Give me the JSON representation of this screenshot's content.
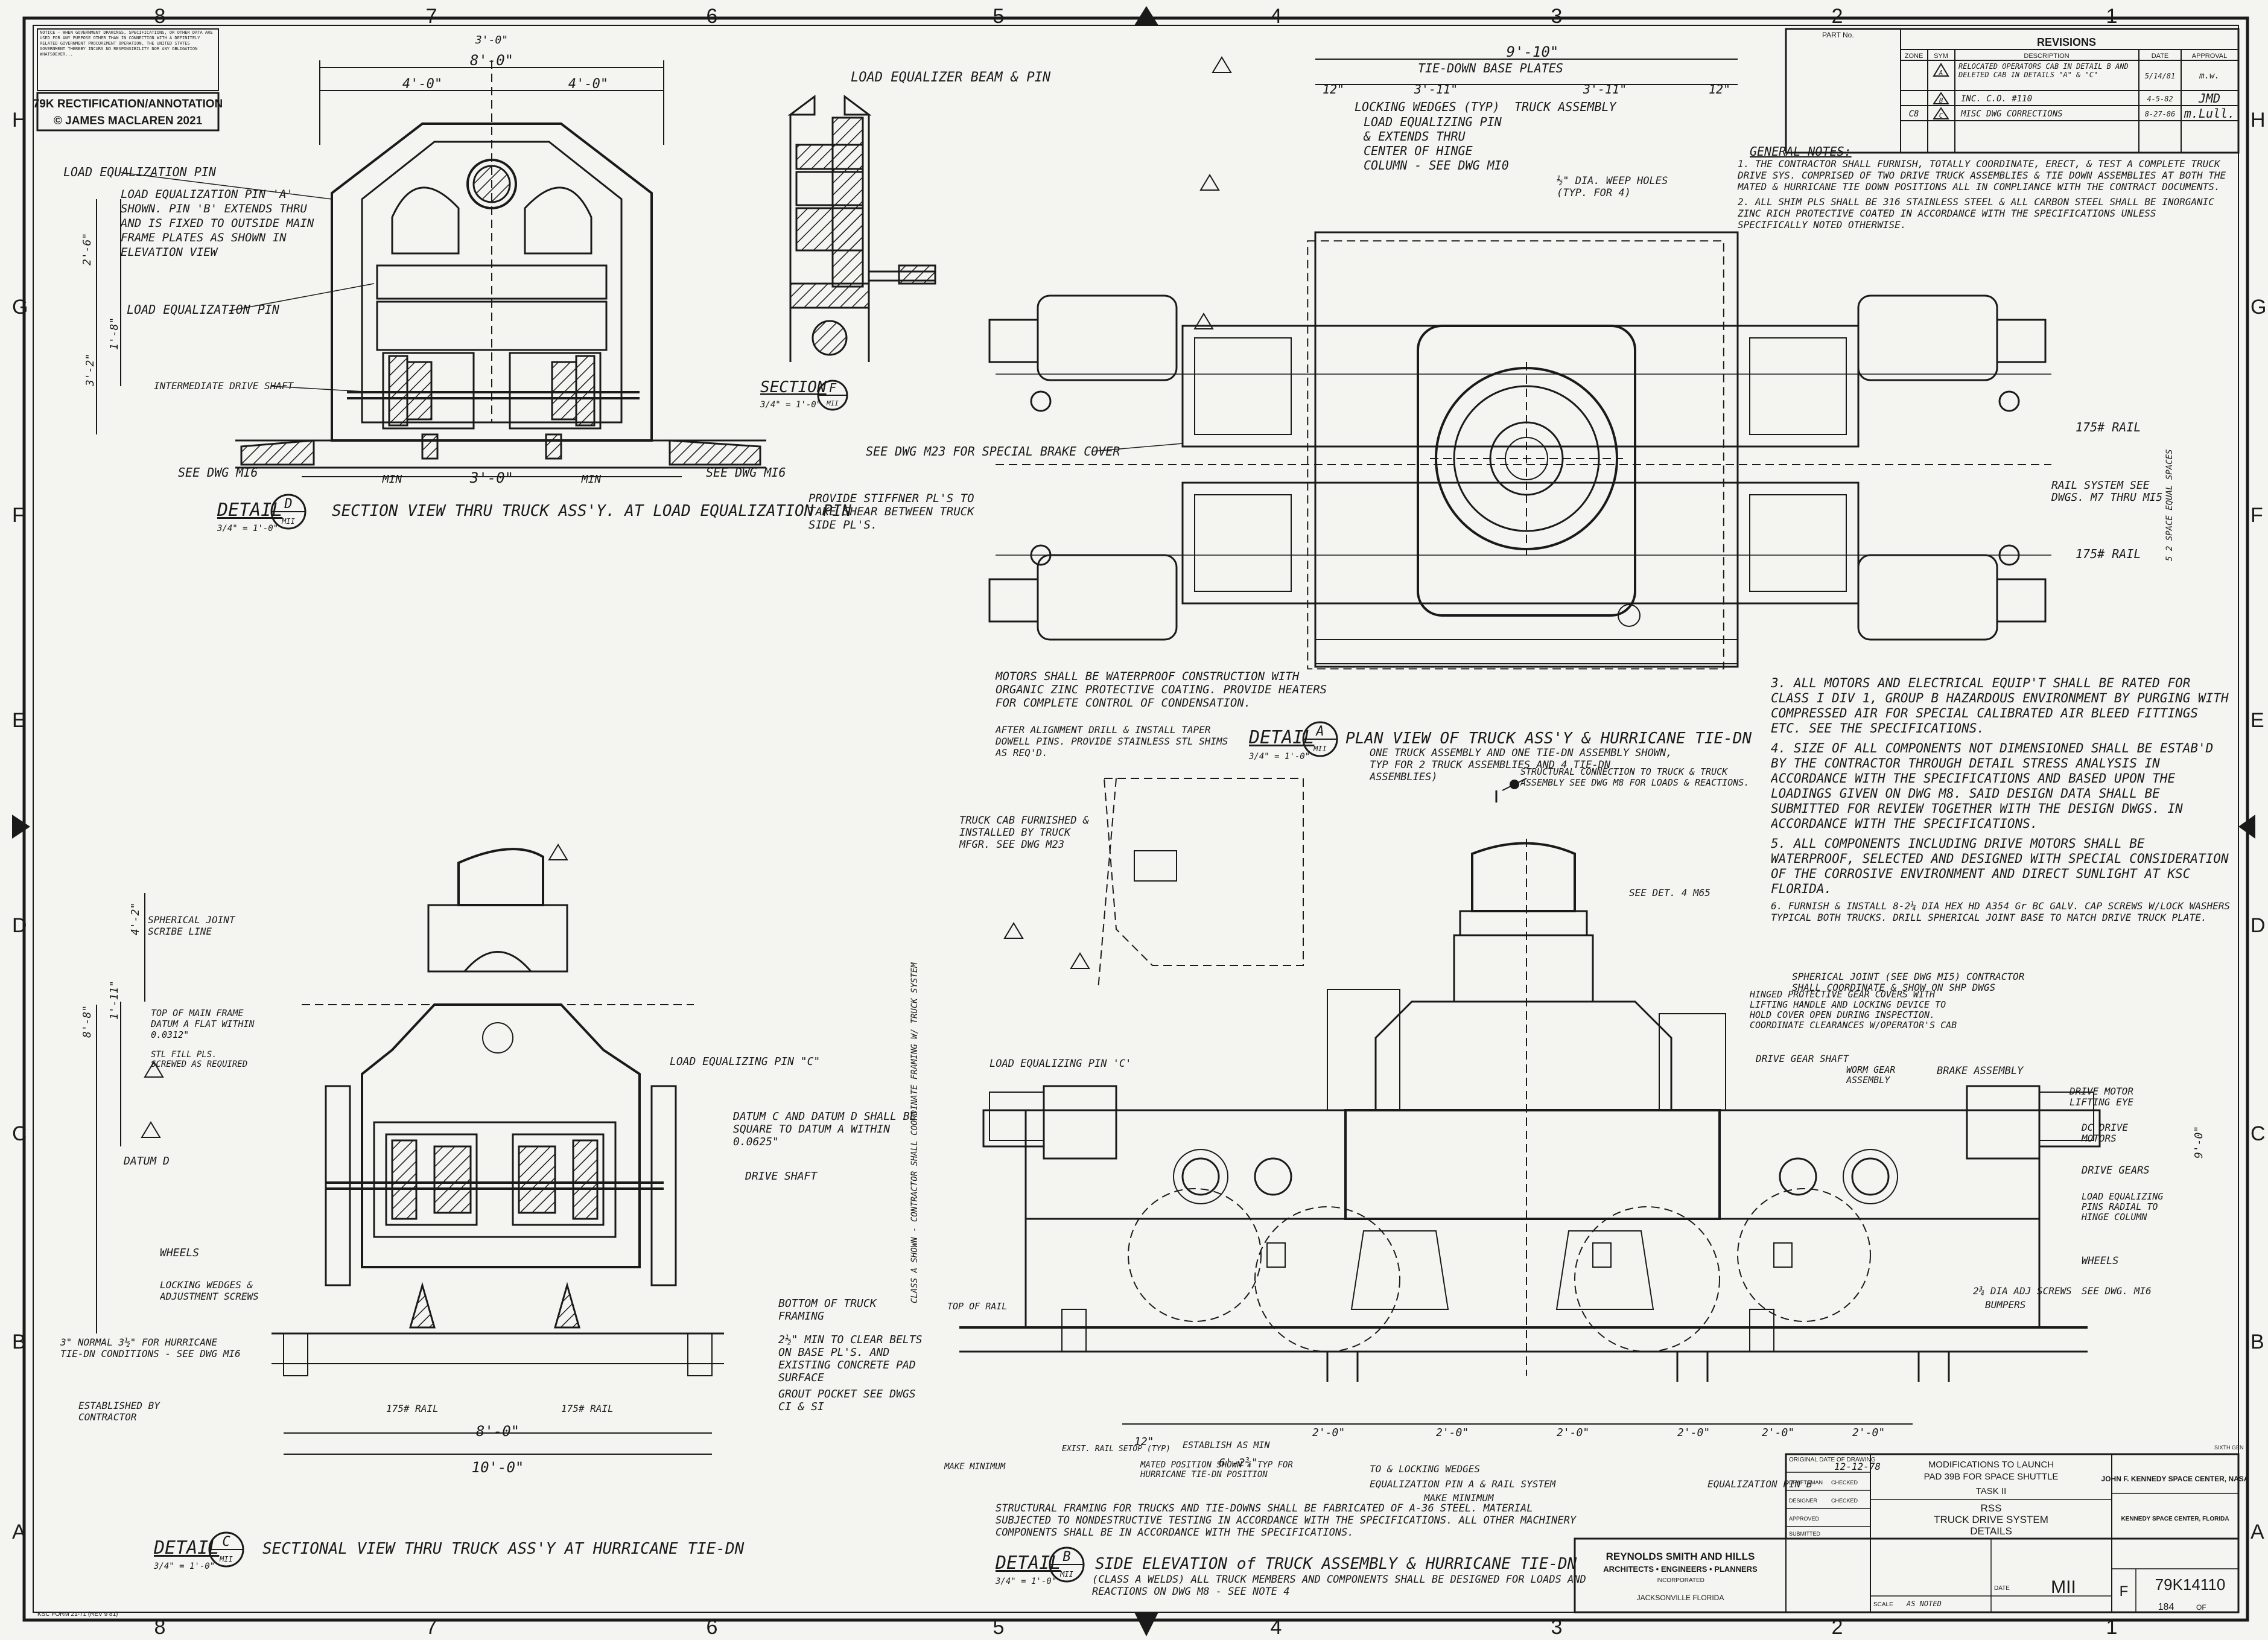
{
  "grid": {
    "columns": [
      "8",
      "7",
      "6",
      "5",
      "4",
      "3",
      "2",
      "1"
    ],
    "rows": [
      "H",
      "G",
      "F",
      "E",
      "D",
      "C",
      "B",
      "A"
    ]
  },
  "notice_block": {
    "text": "NOTICE — WHEN GOVERNMENT DRAWINGS, SPECIFICATIONS, OR OTHER DATA ARE USED FOR ANY PURPOSE OTHER THAN IN CONNECTION WITH A DEFINITELY RELATED GOVERNMENT PROCUREMENT OPERATION, THE UNITED STATES GOVERNMENT THEREBY INCURS NO RESPONSIBILITY NOR ANY OBLIGATION WHATSOEVER..."
  },
  "annotation_label": {
    "line1": "79K RECTIFICATION/ANNOTATION",
    "line2": "© JAMES MACLAREN 2021"
  },
  "revisions": {
    "title": "REVISIONS",
    "part_no_label": "PART No.",
    "headers": [
      "ZONE",
      "SYM",
      "DESCRIPTION",
      "DATE",
      "APPROVAL"
    ],
    "rows": [
      {
        "zone": "",
        "sym": "A",
        "desc": "RELOCATED OPERATORS CAB IN DETAIL B AND DELETED CAB IN DETAILS \"A\" & \"C\"",
        "date": "5/14/81",
        "approval": "m.w."
      },
      {
        "zone": "",
        "sym": "B",
        "desc": "INC. C.O. #110",
        "date": "4-5-82",
        "approval": "JMD"
      },
      {
        "zone": "C8",
        "sym": "C",
        "desc": "MISC DWG CORRECTIONS",
        "date": "8-27-86",
        "approval": "m.Lull."
      }
    ]
  },
  "general_notes": {
    "title": "GENERAL NOTES:",
    "items": [
      "1. THE CONTRACTOR SHALL FURNISH, TOTALLY COORDINATE, ERECT, & TEST A COMPLETE TRUCK DRIVE SYS. COMPRISED OF TWO DRIVE TRUCK ASSEMBLIES & TIE DOWN ASSEMBLIES AT BOTH THE MATED & HURRICANE TIE DOWN POSITIONS ALL IN COMPLIANCE WITH THE CONTRACT DOCUMENTS.",
      "2. ALL SHIM PLS SHALL BE 316 STAINLESS STEEL & ALL CARBON STEEL SHALL BE INORGANIC ZINC RICH PROTECTIVE COATED IN ACCORDANCE WITH THE SPECIFICATIONS UNLESS SPECIFICALLY NOTED OTHERWISE.",
      "3. ALL MOTORS AND ELECTRICAL EQUIP'T SHALL BE RATED FOR CLASS I DIV 1, GROUP B HAZARDOUS ENVIRONMENT BY PURGING WITH COMPRESSED AIR FOR SPECIAL CALIBRATED AIR BLEED FITTINGS ETC. SEE THE SPECIFICATIONS.",
      "4. SIZE OF ALL COMPONENTS NOT DIMENSIONED SHALL BE ESTAB'D BY THE CONTRACTOR THROUGH DETAIL STRESS ANALYSIS IN ACCORDANCE WITH THE SPECIFICATIONS AND BASED UPON THE LOADINGS GIVEN ON DWG M8. SAID DESIGN DATA SHALL BE SUBMITTED FOR REVIEW TOGETHER WITH THE DESIGN DWGS. IN ACCORDANCE WITH THE SPECIFICATIONS.",
      "5. ALL COMPONENTS INCLUDING DRIVE MOTORS SHALL BE WATERPROOF, SELECTED AND DESIGNED WITH SPECIAL CONSIDERATION OF THE CORROSIVE ENVIRONMENT AND DIRECT SUNLIGHT AT KSC FLORIDA.",
      "6. FURNISH & INSTALL 8-2¼ DIA HEX HD A354 Gr BC GALV. CAP SCREWS W/LOCK WASHERS TYPICAL BOTH TRUCKS. DRILL SPHERICAL JOINT BASE TO MATCH DRIVE TRUCK PLATE."
    ]
  },
  "detail_d": {
    "title": "DETAIL",
    "letter": "D",
    "sheet_ref": "MII",
    "scale": "3/4\" = 1'-0\"",
    "caption": "SECTION VIEW THRU TRUCK ASS'Y. AT LOAD EQUALIZATION PIN",
    "labels": [
      "LOAD EQUALIZATION PIN",
      "LOAD EQUALIZATION PIN 'A' SHOWN. PIN 'B' EXTENDS THRU AND IS FIXED TO OUTSIDE MAIN FRAME PLATES AS SHOWN IN ELEVATION VIEW",
      "LOAD EQUALIZATION PIN",
      "INTERMEDIATE DRIVE SHAFT",
      "SEE DWG MI6",
      "SEE DWG MI6",
      "MIN",
      "MIN"
    ],
    "dims": [
      "8'-0\"",
      "4'-0\"",
      "4'-0\"",
      "3'-0\"",
      "3'-0\"",
      "3'-2\"",
      "1'-8\"",
      "2'-6\""
    ]
  },
  "section_f": {
    "title": "SECTION",
    "letter": "F",
    "sheet_ref": "MII",
    "scale": "3/4\" = 1'-0\""
  },
  "detail_a": {
    "title": "DETAIL",
    "letter": "A",
    "sheet_ref": "MII",
    "scale": "3/4\" = 1'-0\"",
    "caption": "PLAN VIEW OF TRUCK ASS'Y & HURRICANE TIE-DN",
    "subcaption": "ONE TRUCK ASSEMBLY AND ONE TIE-DN ASSEMBLY SHOWN, TYP FOR 2 TRUCK ASSEMBLIES AND 4 TIE-DN ASSEMBLIES)",
    "labels": [
      "LOAD EQUALIZER BEAM & PIN",
      "TIE-DOWN BASE PLATES",
      "LOCKING WEDGES (TYP)",
      "TRUCK ASSEMBLY",
      "LOAD EQUALIZING PIN & EXTENDS THRU CENTER OF HINGE COLUMN - SEE DWG MI0",
      "½\" DIA. WEEP HOLES (TYP. FOR 4)",
      "SEE DWG M23 FOR SPECIAL BRAKE COVER",
      "175# RAIL",
      "RAIL SYSTEM SEE DWGS. M7 THRU MI5",
      "175# RAIL",
      "MOTORS SHALL BE WATERPROOF CONSTRUCTION WITH ORGANIC ZINC PROTECTIVE COATING. PROVIDE HEATERS FOR COMPLETE CONTROL OF CONDENSATION.",
      "AFTER ALIGNMENT DRILL & INSTALL TAPER DOWELL PINS. PROVIDE STAINLESS STL SHIMS AS REQ'D.",
      "STRUCTURAL CONNECTION TO TRUCK & TRUCK ASSEMBLY SEE DWG M8 FOR LOADS & REACTIONS.",
      "PROVIDE STIFFNER PL'S TO TAKE SHEAR BETWEEN TRUCK SIDE PL'S.",
      "5 2 SPACE EQUAL SPACES"
    ],
    "dims": [
      "9'-10\"",
      "12\"",
      "3'-11\"",
      "3'-11\"",
      "12\""
    ]
  },
  "detail_c": {
    "title": "DETAIL",
    "letter": "C",
    "sheet_ref": "MII",
    "scale": "3/4\" = 1'-0\"",
    "caption": "SECTIONAL VIEW THRU TRUCK ASS'Y AT HURRICANE TIE-DN",
    "labels": [
      "SPHERICAL JOINT SCRIBE LINE",
      "TOP OF MAIN FRAME DATUM A FLAT WITHIN 0.0312\"",
      "STL FILL PLS. SCREWED AS REQUIRED",
      "LOAD EQUALIZING PIN \"C\"",
      "DATUM C AND DATUM D SHALL BE SQUARE TO DATUM A WITHIN 0.0625\"",
      "DRIVE SHAFT",
      "DATUM D",
      "WHEELS",
      "LOCKING WEDGES & ADJUSTMENT SCREWS",
      "BOTTOM OF TRUCK FRAMING",
      "3\" NORMAL 3½\" FOR HURRICANE TIE-DN CONDITIONS - SEE DWG MI6",
      "2½\" MIN TO CLEAR BELTS ON BASE PL'S. AND EXISTING CONCRETE PAD SURFACE",
      "GROUT POCKET SEE DWGS CI & SI",
      "ESTABLISHED BY CONTRACTOR",
      "175# RAIL",
      "175# RAIL"
    ],
    "dims": [
      "8'-0\"",
      "10'-0\"",
      "4'-2\"",
      "1'-11\"",
      "8'-8\""
    ]
  },
  "detail_b": {
    "title": "DETAIL",
    "letter": "B",
    "sheet_ref": "MII",
    "scale": "3/4\" = 1'-0\"",
    "caption": "SIDE ELEVATION of TRUCK ASSEMBLY & HURRICANE TIE-DN",
    "subcaption": "(CLASS A WELDS) ALL TRUCK MEMBERS AND COMPONENTS SHALL BE DESIGNED FOR LOADS AND REACTIONS ON DWG M8 - SEE NOTE 4",
    "labels": [
      "TRUCK CAB FURNISHED & INSTALLED BY TRUCK MFGR. SEE DWG M23",
      "SEE DET. 4 M65",
      "SPHERICAL JOINT (SEE DWG MI5) CONTRACTOR SHALL COORDINATE & SHOW ON SHP DWGS",
      "HINGED PROTECTIVE GEAR COVERS WITH LIFTING HANDLE AND LOCKING DEVICE TO HOLD COVER OPEN DURING INSPECTION. COORDINATE CLEARANCES W/OPERATOR'S CAB",
      "DRIVE GEAR SHAFT",
      "WORM GEAR ASSEMBLY",
      "BRAKE ASSEMBLY",
      "DRIVE MOTOR LIFTING EYE",
      "DC DRIVE MOTORS",
      "DRIVE GEARS",
      "LOAD EQUALIZING PINS RADIAL TO HINGE COLUMN",
      "WHEELS",
      "2¾ DIA ADJ SCREWS",
      "BUMPERS",
      "SEE DWG. MI6",
      "LOAD EQUALIZING PIN 'C'",
      "TOP OF RAIL",
      "ESTABLISH AS MIN",
      "EXIST. RAIL SETOP (TYP)",
      "MATED POSITION SHOWN - TYP FOR HURRICANE TIE-DN POSITION",
      "TO & LOCKING WEDGES",
      "EQUALIZATION PIN A & RAIL SYSTEM",
      "EQUALIZATION PIN B",
      "MAKE MINIMUM",
      "MAKE MINIMUM",
      "CLASS A SHOWN - CONTRACTOR SHALL COORDINATE FRAMING W/ TRUCK SYSTEM"
    ],
    "dims": [
      "12\"",
      "6'-2¾\"",
      "2'-0\"",
      "2'-0\"",
      "2'-0\"",
      "2'-0\"",
      "2'-0\"",
      "2'-0\"",
      "9'-0\""
    ]
  },
  "structural_note": "STRUCTURAL FRAMING FOR TRUCKS AND TIE-DOWNS SHALL BE FABRICATED OF A-36 STEEL. MATERIAL SUBJECTED TO NONDESTRUCTIVE TESTING IN ACCORDANCE WITH THE SPECIFICATIONS. ALL OTHER MACHINERY COMPONENTS SHALL BE IN ACCORDANCE WITH THE SPECIFICATIONS.",
  "title_block": {
    "firm": "REYNOLDS SMITH AND HILLS",
    "firm_sub": "ARCHITECTS • ENGINEERS • PLANNERS",
    "firm_inc": "INCORPORATED",
    "firm_city": "JACKSONVILLE FLORIDA",
    "original_date_label": "ORIGINAL DATE OF DRAWING",
    "original_date": "12-12-78",
    "project_line1": "MODIFICATIONS TO LAUNCH",
    "project_line2": "PAD 39B FOR SPACE SHUTTLE",
    "task": "TASK II",
    "drawing_title1": "RSS",
    "drawing_title2": "TRUCK DRIVE SYSTEM",
    "drawing_title3": "DETAILS",
    "agency": "JOHN F. KENNEDY SPACE CENTER, NASA",
    "agency_sub": "KENNEDY SPACE CENTER, FLORIDA",
    "dwg_size": "F",
    "dwg_no": "79K14110",
    "sheet_code": "MII",
    "sheet": "184",
    "sheet_of": "OF",
    "scale_label": "SCALE",
    "scale_val": "AS NOTED",
    "date_label": "DATE",
    "roles": [
      "DRAFTSMAN",
      "CHECKED",
      "DESIGNER",
      "CHECKED",
      "APPROVED",
      "SUBMITTED"
    ]
  },
  "form_no": "KSC FORM 21-71 (REV 9 81)",
  "sixth_gen": "SIXTH GEN"
}
